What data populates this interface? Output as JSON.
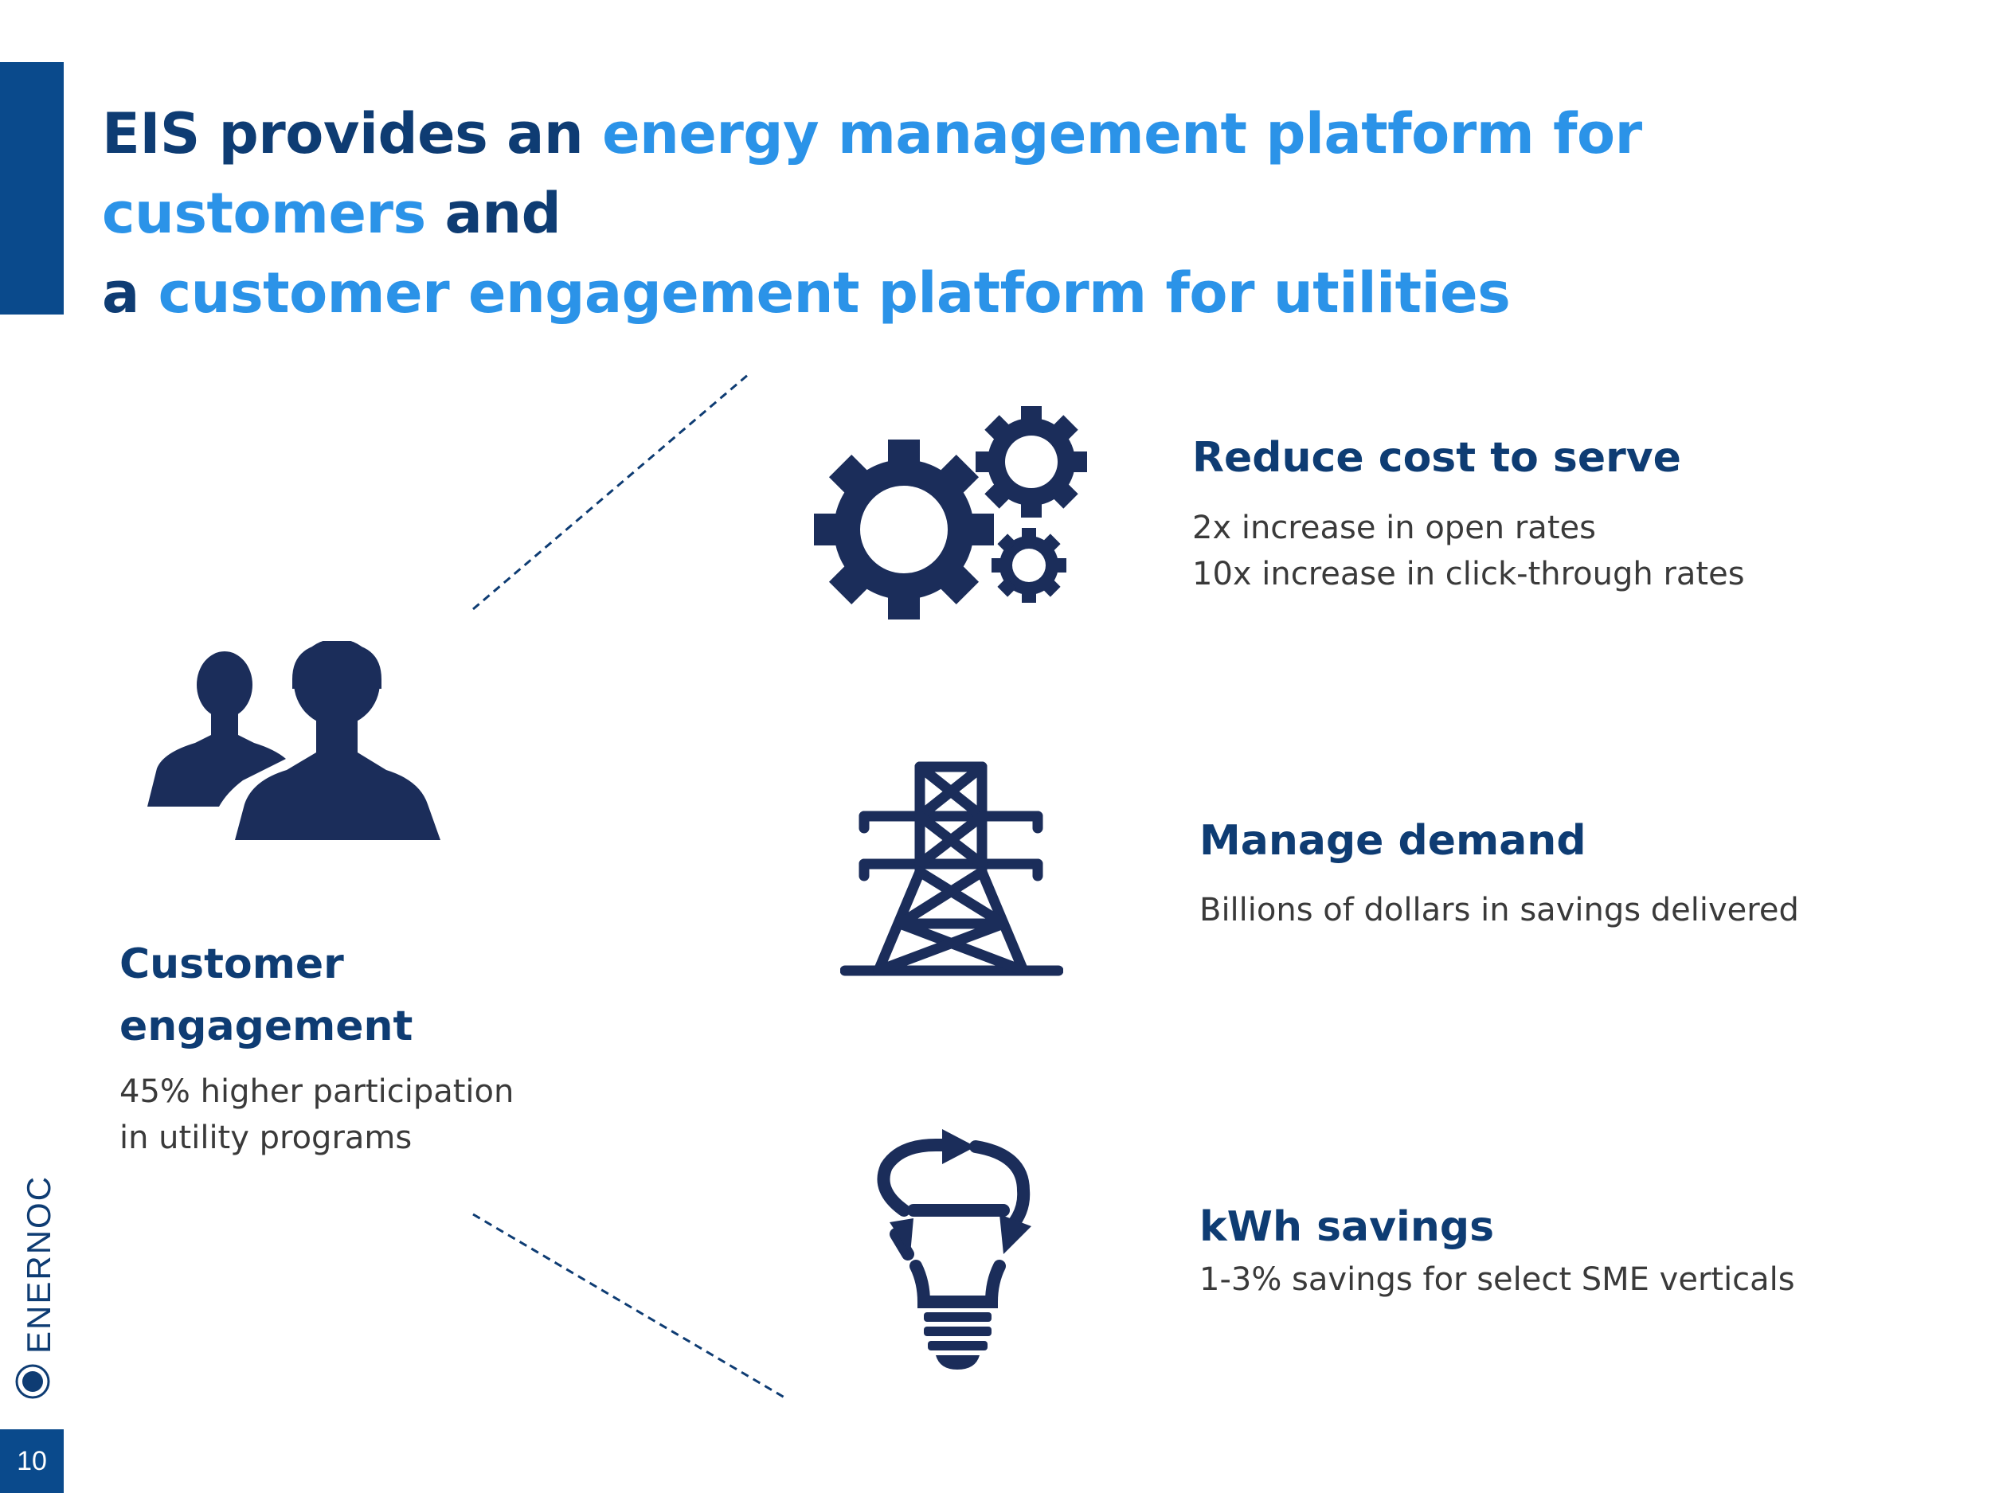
{
  "slide": {
    "title": {
      "part1": "EIS provides an ",
      "highlight1": "energy management platform for customers",
      "part2": " and",
      "part3": "a ",
      "highlight2": "customer engagement platform for utilities"
    },
    "customer": {
      "heading_line1": "Customer",
      "heading_line2": "engagement",
      "text_line1": "45% higher participation",
      "text_line2": "in utility programs"
    },
    "benefits": [
      {
        "heading": "Reduce cost to serve",
        "line1": "2x increase in open rates",
        "line2": "10x increase in click-through rates"
      },
      {
        "heading": "Manage demand",
        "line1": "Billions of dollars in savings delivered"
      },
      {
        "heading": "kWh savings",
        "line1": "1-3% savings for select SME verticals"
      }
    ],
    "logo": "ENERNOC",
    "page_number": "10"
  },
  "icons": [
    "people-icon",
    "gears-icon",
    "transmission-tower-icon",
    "lightbulb-recycle-icon"
  ],
  "colors": {
    "navy": "#0e3c73",
    "accent_blue": "#2b93e8",
    "bar_blue": "#0a4a8c",
    "icon_navy": "#1b2d5a"
  }
}
